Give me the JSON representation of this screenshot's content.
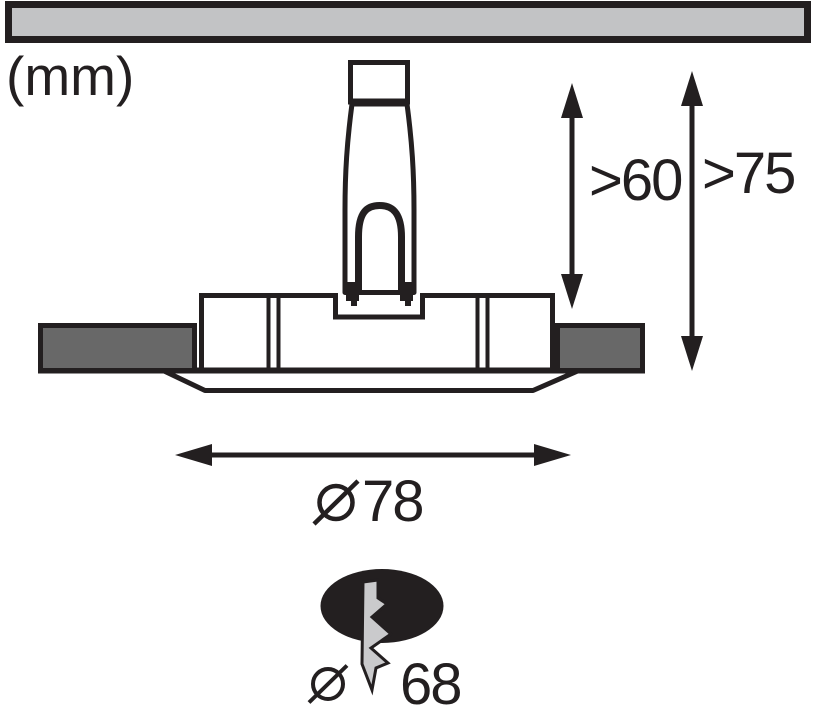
{
  "diagram": {
    "title": "recessed-spot-installation-dimensions",
    "unit_label": "(mm)",
    "dimensions": {
      "min_clearance_above": ">60",
      "min_recess_depth": ">75",
      "fixture_diameter_value": "78",
      "cutout_diameter_value": "68",
      "diameter_symbol": "⌀"
    },
    "symbols": {
      "cutout_icon": "ellipse-with-lightning-bolt",
      "diameter_icon": "circle-with-slash"
    },
    "colors": {
      "ink": "#231f20",
      "ceiling_panel_fill": "#c2c3c5",
      "wall_section_fill": "#686868",
      "bolt_fill": "#cacacc",
      "background": "#ffffff"
    }
  }
}
